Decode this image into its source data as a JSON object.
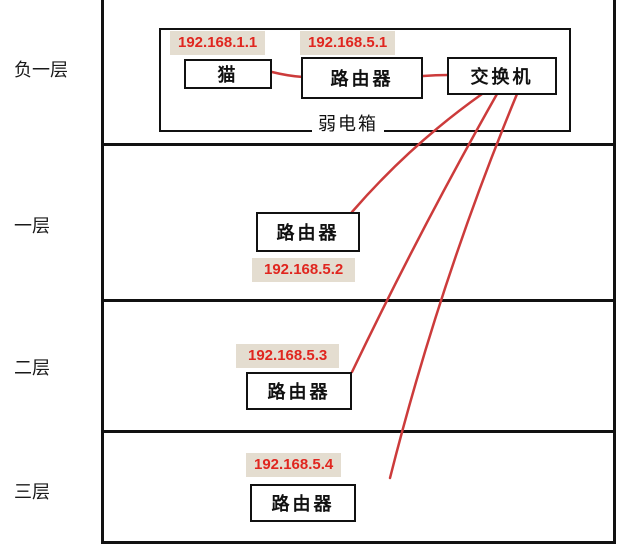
{
  "floors": [
    {
      "id": "b1",
      "label": "负一层"
    },
    {
      "id": "f1",
      "label": "一层"
    },
    {
      "id": "f2",
      "label": "二层"
    },
    {
      "id": "f3",
      "label": "三层"
    }
  ],
  "cabinet": {
    "label": "弱电箱"
  },
  "devices": {
    "modem": {
      "label": "猫",
      "ip": "192.168.1.1"
    },
    "main_router": {
      "label": "路由器",
      "ip": "192.168.5.1"
    },
    "switch": {
      "label": "交换机"
    },
    "router_f1": {
      "label": "路由器",
      "ip": "192.168.5.2"
    },
    "router_f2": {
      "label": "路由器",
      "ip": "192.168.5.3"
    },
    "router_f3": {
      "label": "路由器",
      "ip": "192.168.5.4"
    }
  },
  "colors": {
    "wire": "#cc3b3b",
    "ip_text": "#e0261f",
    "ip_background": "#e4ddd0",
    "outline": "#111111"
  }
}
